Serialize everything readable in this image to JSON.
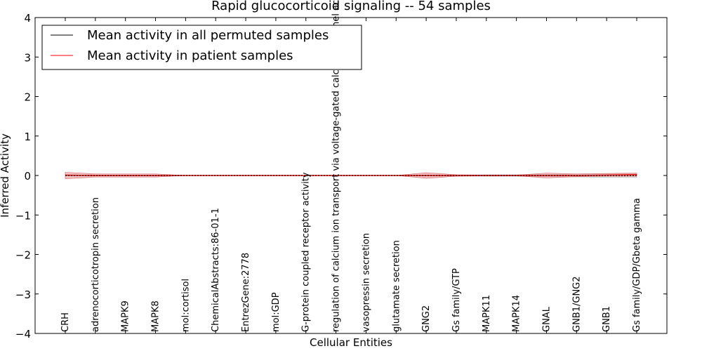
{
  "chart_data": {
    "type": "line",
    "title": "Rapid glucocorticoid signaling -- 54 samples",
    "xlabel": "Cellular Entities",
    "ylabel": "Inferred Activity",
    "ylim": [
      -4,
      4
    ],
    "yticks": [
      "4",
      "3",
      "2",
      "1",
      "0",
      "−1",
      "−2",
      "−3",
      "−4"
    ],
    "categories": [
      "CRH",
      "adrenocorticotropin secretion",
      "MAPK9",
      "MAPK8",
      "mol:cortisol",
      "ChemicalAbstracts:86-01-1",
      "EntrezGene:2778",
      "mol:GDP",
      "G-protein coupled receptor activity",
      "regulation of calcium ion transport via voltage-gated calcium channel activity",
      "vasopressin secretion",
      "glutamate secretion",
      "GNG2",
      "Gs family/GTP",
      "MAPK11",
      "MAPK14",
      "GNAL",
      "GNB1/GNG2",
      "GNB1",
      "Gs family/GDP/Gbeta gamma"
    ],
    "legend_position": "top-left",
    "series": [
      {
        "name": "Mean activity in all permuted samples",
        "color": "#000000",
        "values": [
          0,
          0,
          0,
          0,
          0,
          0,
          0,
          0,
          0,
          0,
          0,
          0,
          0,
          0,
          0,
          0,
          0,
          0,
          0,
          0
        ],
        "band_lower": [
          -0.01,
          -0.01,
          -0.01,
          -0.01,
          0,
          0,
          0,
          0,
          0,
          0,
          0,
          0,
          -0.01,
          -0.01,
          -0.02,
          -0.02,
          -0.03,
          -0.04,
          -0.05,
          -0.05
        ],
        "band_upper": [
          0.01,
          0.01,
          0.01,
          0.01,
          0,
          0,
          0,
          0,
          0,
          0,
          0,
          0,
          0.01,
          0.01,
          0.02,
          0.02,
          0.03,
          0.04,
          0.05,
          0.05
        ],
        "band_color": "#c8c8c8"
      },
      {
        "name": "Mean activity in patient samples",
        "color": "#ff0000",
        "values": [
          0.01,
          0.0,
          0.0,
          0.0,
          0.0,
          0.0,
          0.0,
          0.0,
          0.0,
          0.0,
          0.0,
          0.0,
          0.0,
          0.0,
          0.0,
          0.0,
          0.0,
          0.0,
          0.01,
          0.02
        ],
        "band_lower": [
          -0.08,
          -0.04,
          -0.04,
          -0.04,
          0,
          0,
          0,
          0,
          0,
          0,
          0,
          0,
          -0.07,
          -0.02,
          -0.01,
          -0.01,
          -0.06,
          -0.03,
          -0.02,
          -0.02
        ],
        "band_upper": [
          0.08,
          0.04,
          0.04,
          0.04,
          0,
          0,
          0,
          0,
          0,
          0,
          0,
          0,
          0.07,
          0.02,
          0.01,
          0.01,
          0.06,
          0.04,
          0.05,
          0.06
        ],
        "band_color": "#e88a8a"
      }
    ]
  }
}
